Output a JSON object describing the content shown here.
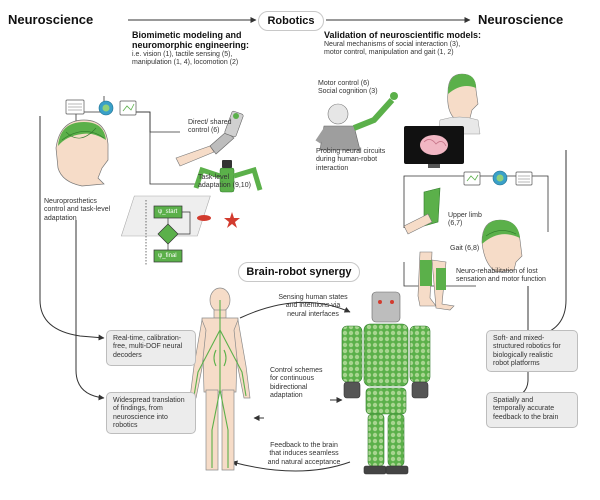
{
  "header": {
    "left_title": "Neuroscience",
    "center_title": "Robotics",
    "right_title": "Neuroscience",
    "left_heading": "Biomimetic modeling and\nneuromorphic engineering:",
    "left_body": "i.e. vision (1), tactile sensing (5),\nmanipulation (1, 4), locomotion (2)",
    "right_heading": "Validation of neuroscientific models:",
    "right_body": "Neural mechanisms of social interaction (3),\nmotor control, manipulation and gait (1, 2)"
  },
  "top_left": {
    "direct_control": "Direct/ shared\ncontrol (6)",
    "task_level": "Task-level\nadaptation (9,10)",
    "neuroprosthetics": "Neuroprosthetics\ncontrol and task-level\nadaptation",
    "flow_start": "ψ_start",
    "flow_final": "ψ_final"
  },
  "top_right": {
    "motor_control": "Motor control (6)\nSocial cognition (3)",
    "probing": "Probing neural circuits\nduring human-robot\ninteraction",
    "upper_limb": "Upper limb\n(6,7)",
    "gait": "Gait (6,8)",
    "rehab": "Neuro-rehabilitation of lost\nsensation and motor function"
  },
  "synergy": {
    "title": "Brain-robot synergy",
    "sensing": "Sensing human states\nand intentions via\nneural interfaces",
    "control_schemes": "Control schemes\nfor continuous\nbidirectional\nadaptation",
    "feedback": "Feedback to the brain\nthat induces seamless\nand natural acceptance",
    "box_realtime": "Real-time, calibration-\nfree, multi-DOF neural\ndecoders",
    "box_translation": "Widespread translation\nof findings, from\nneuroscience into\nrobotics",
    "box_soft": "Soft- and mixed-\nstructured robotics for\nbiologically realistic\nrobot platforms",
    "box_spatial": "Spatially and\ntemporally accurate\nfeedback to the brain"
  },
  "colors": {
    "accent_green": "#5bb04a",
    "light_green": "#a8d590",
    "box_gray": "#ececec",
    "line": "#333333",
    "skin": "#f6dcc8"
  }
}
